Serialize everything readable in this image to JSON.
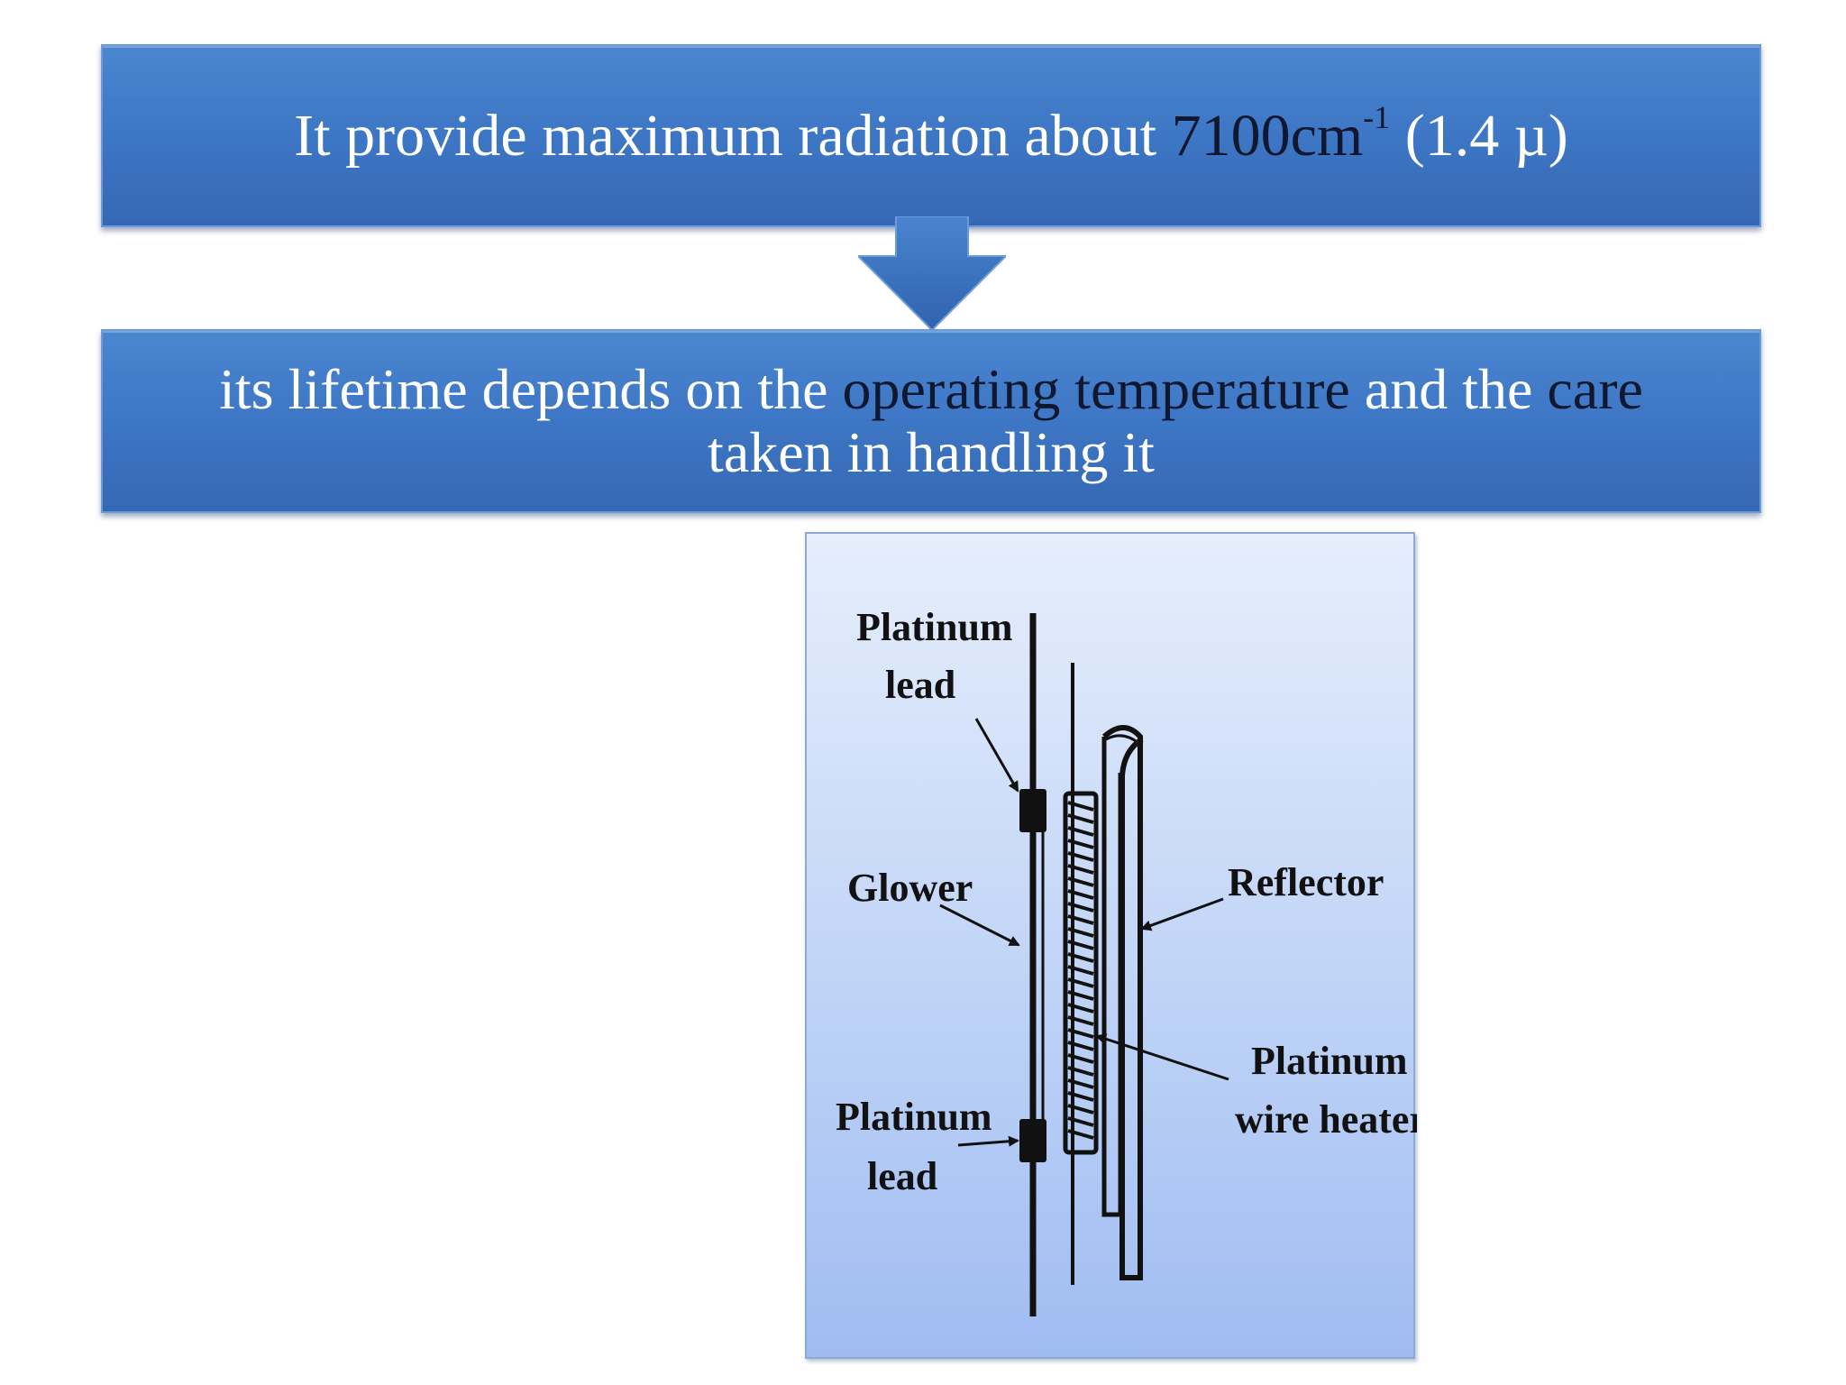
{
  "banner1": {
    "prefix": "It provide maximum radiation about ",
    "value": "7100cm",
    "exponent": "-1",
    "suffix": " (1.4 µ)"
  },
  "banner2": {
    "part1": "its lifetime depends on the ",
    "part2": "operating temperature",
    "part3": " and the ",
    "part4": "care",
    "part5": " taken in handling it"
  },
  "figure": {
    "labels": {
      "platinum_lead_top_1": "Platinum",
      "platinum_lead_top_2": "lead",
      "glower": "Glower",
      "reflector": "Reflector",
      "heater_1": "Platinum",
      "heater_2": "wire heater",
      "platinum_lead_bottom_1": "Platinum",
      "platinum_lead_bottom_2": "lead"
    }
  }
}
